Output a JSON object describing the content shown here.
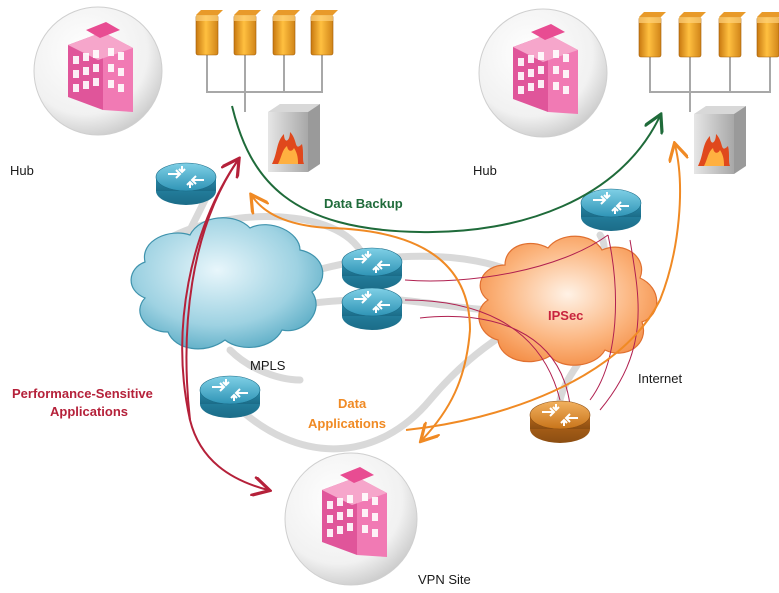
{
  "labels": {
    "hub_left": "Hub",
    "hub_right": "Hub",
    "vpn_site": "VPN Site",
    "mpls": "MPLS",
    "internet": "Internet",
    "ipsec": "IPSec",
    "data_backup": "Data Backup",
    "perf_line1": "Performance-Sensitive",
    "perf_line2": "Applications",
    "data_app_line1": "Data",
    "data_app_line2": "Applications"
  },
  "colors": {
    "data_backup": "#1f6b3a",
    "performance": "#b5213a",
    "data_applications": "#f08a24",
    "mpls_cloud": "#5fb3cc",
    "internet_cloud": "#f59a55",
    "building": "#e8589a",
    "server": "#f0a020",
    "router_blue": "#3aa7c8",
    "router_orange": "#d9801c"
  }
}
